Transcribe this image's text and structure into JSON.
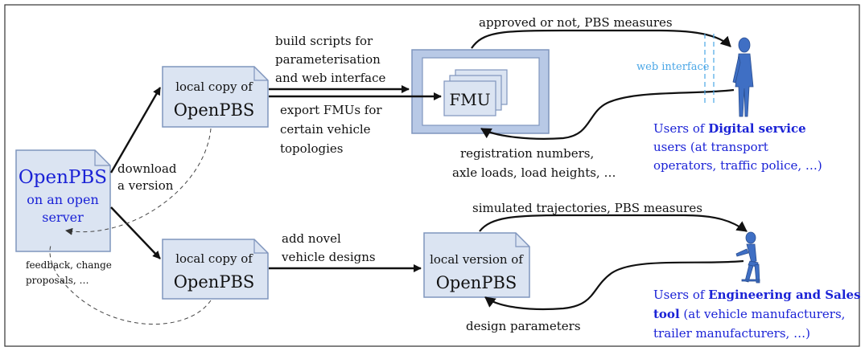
{
  "colors": {
    "box_fill": "#dbe4f2",
    "box_stroke": "#7f95bd",
    "frame_fill": "#b8c9e6",
    "blue_text": "#1a22d6",
    "web_blue": "#4aa6e6",
    "person": "#3f6fc4",
    "ink": "#111111"
  },
  "server": {
    "line1": "OpenPBS",
    "line2": "on an open",
    "line3": "server"
  },
  "copy_top": {
    "line1": "local copy of",
    "line2": "OpenPBS"
  },
  "copy_bottom": {
    "line1": "local copy of",
    "line2": "OpenPBS"
  },
  "fmu": {
    "label": "FMU"
  },
  "local_version": {
    "line1": "local version of",
    "line2": "OpenPBS"
  },
  "labels": {
    "download": [
      "download",
      "a version"
    ],
    "feedback": [
      "feedback, change",
      "proposals, …"
    ],
    "build_scripts": [
      "build scripts for",
      "parameterisation",
      "and web interface"
    ],
    "export_fmus": [
      "export FMUs for",
      "certain vehicle",
      "topologies"
    ],
    "approved": "approved or not, PBS measures",
    "web_interface": "web interface",
    "registration": [
      "registration numbers,",
      "axle loads, load heights, …"
    ],
    "add_novel": [
      "add novel",
      "vehicle designs"
    ],
    "simulated": "simulated trajectories, PBS measures",
    "design_params": "design parameters"
  },
  "users_digital": {
    "prefix": "Users of ",
    "bold": "Digital service",
    "line2": "users (at transport",
    "line3": "operators, traffic police, …)"
  },
  "users_engineering": {
    "prefix": "Users of ",
    "bold": "Engineering and Sales",
    "bold2": "tool",
    "line2_rest": " (at vehicle manufacturers,",
    "line3": "trailer manufacturers, …)"
  },
  "icons": {
    "user_standing": "person-standing-icon",
    "user_seated": "person-seated-icon"
  }
}
